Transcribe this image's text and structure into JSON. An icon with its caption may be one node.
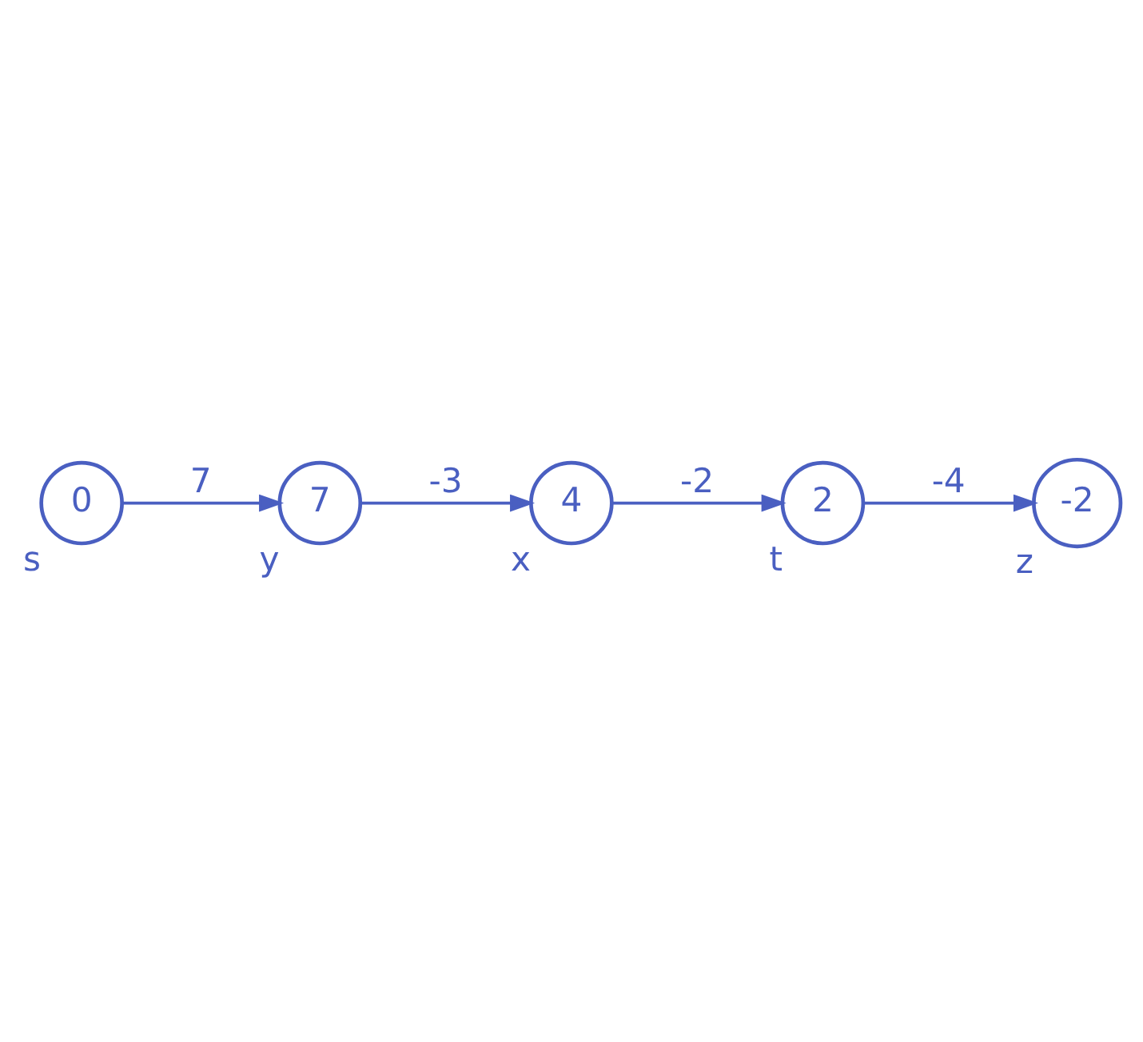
{
  "diagram": {
    "nodes": [
      {
        "text": [
          "0"
        ],
        "beside": [
          "s"
        ]
      },
      {
        "text": [
          "2"
        ],
        "beside": [
          "t"
        ]
      },
      {
        "text": [
          "4"
        ],
        "beside": [
          "x"
        ]
      },
      {
        "text": [
          "7"
        ],
        "beside": [
          "y"
        ]
      },
      {
        "text": [
          "-2"
        ],
        "beside": [
          "z"
        ]
      }
    ],
    "edges": [
      {
        "from": 0,
        "to": 3,
        "arrow": "to",
        "label": "7"
      },
      {
        "from": 3,
        "to": 2,
        "arrow": "to",
        "label": "-3"
      },
      {
        "from": 2,
        "to": 1,
        "arrow": "to",
        "label": "-2"
      },
      {
        "from": 1,
        "to": 4,
        "arrow": "to",
        "label": "-4"
      }
    ]
  }
}
